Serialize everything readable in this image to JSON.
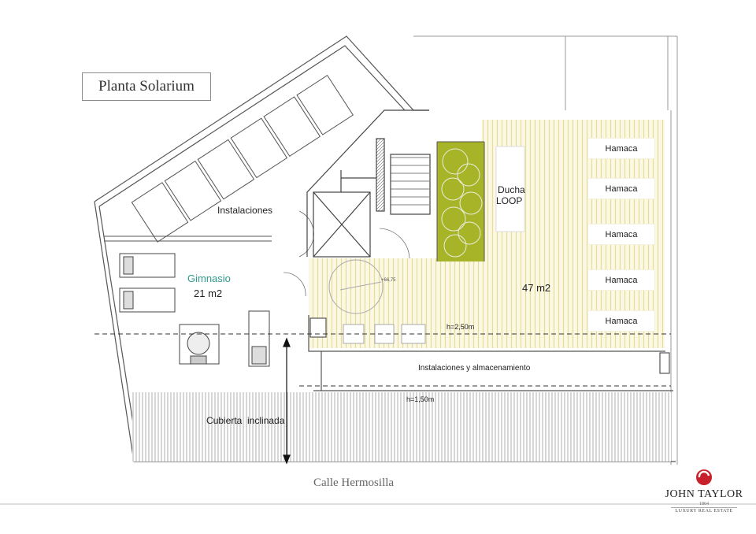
{
  "title": "Planta Solarium",
  "street": "Calle Hermosilla",
  "rooms": {
    "instalaciones": "Instalaciones",
    "gimnasio_name": "Gimnasio",
    "gimnasio_area": "21 m2",
    "ducha_line1": "Ducha",
    "ducha_line2": "LOOP",
    "terrace_area": "47 m2",
    "height_1": "h=2,50m",
    "height_2": "h=1,50m",
    "storage": "Instalaciones y almacenamiento",
    "roof": "Cubierta  inclinada",
    "level_mark": "+66,75"
  },
  "hamacas": [
    "Hamaca",
    "Hamaca",
    "Hamaca",
    "Hamaca",
    "Hamaca"
  ],
  "logo": {
    "brand": "JOHN TAYLOR",
    "year": "1864",
    "tagline": "LUXURY REAL ESTATE",
    "accent_color": "#c8202a"
  },
  "colors": {
    "deck_stripe": "#e8e2a4",
    "deck_bg": "#fbf8e4",
    "planter": "#a7b428",
    "wall": "#555555",
    "gimnasio_text": "#2e9b8c"
  }
}
